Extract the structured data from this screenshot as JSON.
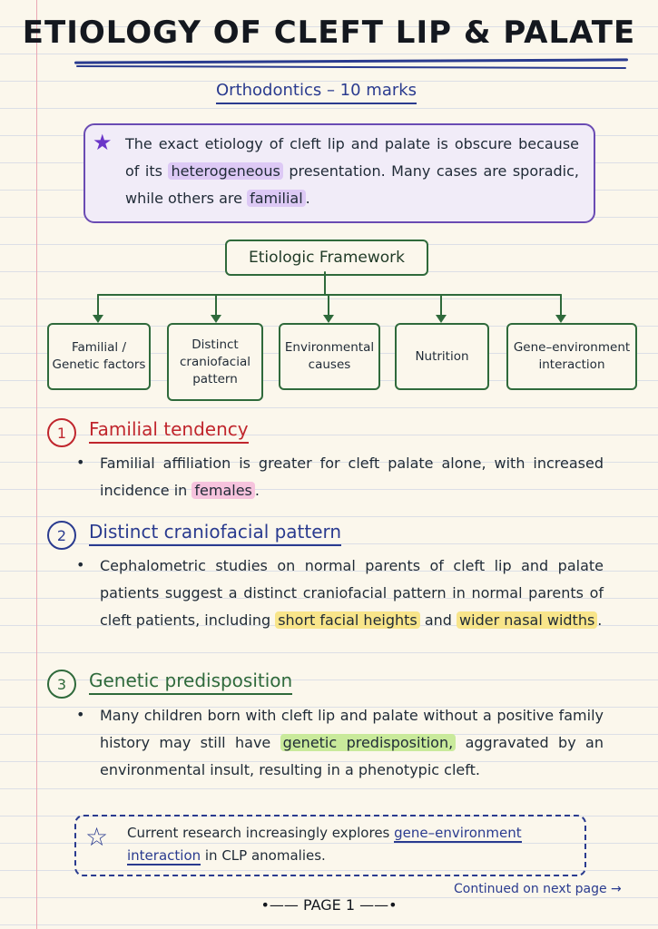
{
  "title": "ETIOLOGY OF CLEFT LIP & PALATE",
  "subtitle": "Orthodontics – 10 marks",
  "intro": {
    "star_icon": "star-icon",
    "text_1": "The exact etiology of cleft lip and palate is obscure because of its ",
    "highlight_1": "heterogeneous",
    "text_2": " presentation. Many cases are sporadic, while others are ",
    "highlight_2": "familial",
    "text_3": "."
  },
  "framework": {
    "title": "Etiologic Framework",
    "items": [
      "Familial /\nGenetic factors",
      "Distinct\ncraniofacial\npattern",
      "Environmental\ncauses",
      "Nutrition",
      "Gene–environment\ninteraction"
    ]
  },
  "sections": [
    {
      "number": "1",
      "title": "Familial tendency",
      "text_1": "Familial affiliation is greater for cleft palate alone, with increased incidence in ",
      "highlight_1": "females",
      "text_2": "."
    },
    {
      "number": "2",
      "title": "Distinct craniofacial pattern",
      "text_1": "Cephalometric studies on normal parents of cleft lip and palate patients suggest a distinct craniofacial pattern in normal parents of cleft patients, including ",
      "highlight_1": "short facial heights",
      "text_2": " and ",
      "highlight_2": "wider nasal widths",
      "text_3": "."
    },
    {
      "number": "3",
      "title": "Genetic predisposition",
      "text_1": "Many children born with cleft lip and palate without a positive family history may still have ",
      "highlight_1": "genetic predisposition,",
      "text_2": " aggravated by an environmental insult, resulting in a phenotypic cleft."
    }
  ],
  "note": {
    "star_icon": "star-outline-icon",
    "text_1": "Current research increasingly explores ",
    "link": "gene–environment interaction",
    "text_2": " in CLP anomalies."
  },
  "continued": "Continued on next page →",
  "page_label": "PAGE 1",
  "colors": {
    "accent_blue": "#2a3b8f",
    "accent_purple": "#6a4bb3",
    "section_red": "#c0262d",
    "section_green": "#2f6a3b",
    "highlight_yellow": "#f8e58a",
    "highlight_pink": "#f6c3dd",
    "highlight_green": "#c9ea9b",
    "highlight_purple": "#ddc9f5"
  }
}
